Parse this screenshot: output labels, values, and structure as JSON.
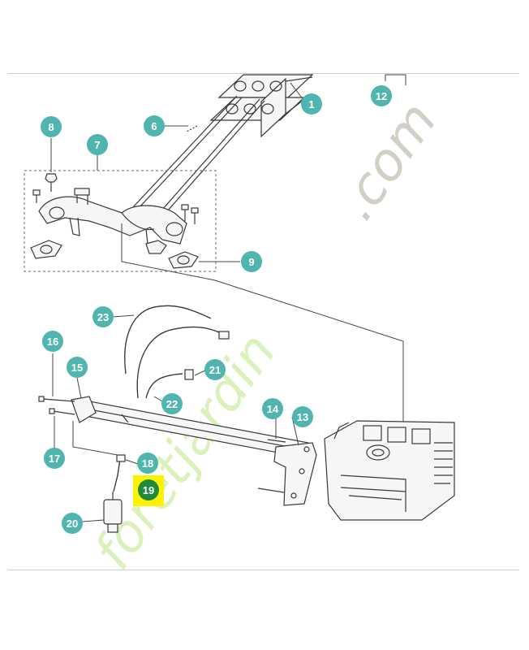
{
  "diagram": {
    "watermark": {
      "text_green": "foretjardin",
      "text_grey": ".com"
    },
    "callouts": [
      {
        "id": "1",
        "label": "1"
      },
      {
        "id": "6",
        "label": "6"
      },
      {
        "id": "7",
        "label": "7"
      },
      {
        "id": "8",
        "label": "8"
      },
      {
        "id": "9",
        "label": "9"
      },
      {
        "id": "12",
        "label": "12"
      },
      {
        "id": "13",
        "label": "13"
      },
      {
        "id": "14",
        "label": "14"
      },
      {
        "id": "15",
        "label": "15"
      },
      {
        "id": "16",
        "label": "16"
      },
      {
        "id": "17",
        "label": "17"
      },
      {
        "id": "18",
        "label": "18"
      },
      {
        "id": "19",
        "label": "19",
        "highlighted": true
      },
      {
        "id": "20",
        "label": "20"
      },
      {
        "id": "21",
        "label": "21"
      },
      {
        "id": "22",
        "label": "22"
      },
      {
        "id": "23",
        "label": "23"
      }
    ],
    "colors": {
      "callout": "#4fb5ae",
      "highlight_box": "#fff200",
      "highlight_circle": "#1f8a3a",
      "watermark_green": "#d8f0b5",
      "watermark_grey": "#cfcac0"
    }
  }
}
